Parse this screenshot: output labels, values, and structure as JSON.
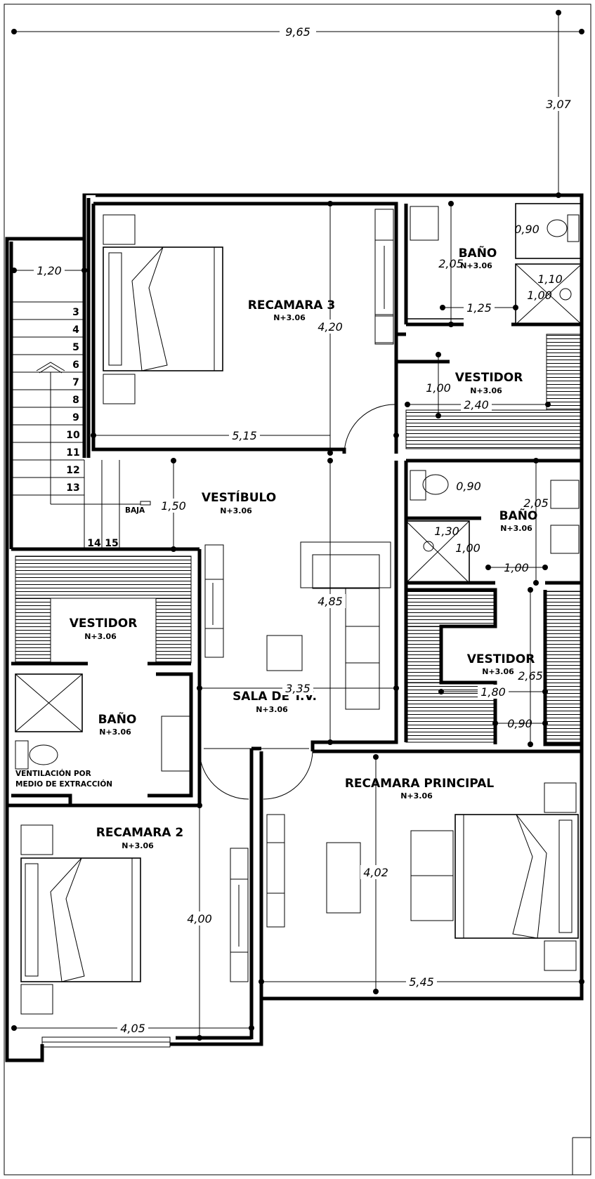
{
  "rooms": {
    "recamara3": {
      "name": "RECAMARA 3",
      "level": "N+3.06"
    },
    "bano1": {
      "name": "BAÑO",
      "level": "N+3.06"
    },
    "vestidor1": {
      "name": "VESTIDOR",
      "level": "N+3.06"
    },
    "vestibulo": {
      "name": "VESTÍBULO",
      "level": "N+3.06"
    },
    "bano2": {
      "name": "BAÑO",
      "level": "N+3.06"
    },
    "vestidor_izq": {
      "name": "VESTIDOR",
      "level": "N+3.06"
    },
    "vestidor_der": {
      "name": "VESTIDOR",
      "level": "N+3.06"
    },
    "sala_tv": {
      "name": "SALA DE T.V.",
      "level": "N+3.06"
    },
    "bano3": {
      "name": "BAÑO",
      "level": "N+3.06"
    },
    "recamara_principal": {
      "name": "RECAMARA PRINCIPAL",
      "level": "N+3.06"
    },
    "recamara2": {
      "name": "RECAMARA 2",
      "level": "N+3.06"
    }
  },
  "dimensions": {
    "total_width": "9,65",
    "front_setback": "3,07",
    "stair_width": "1,20",
    "recamara3_width": "5,15",
    "recamara3_depth": "4,20",
    "bano1_toilet": "0,90",
    "bano1_depth": "2,05",
    "bano1_shower_w": "1,10",
    "bano1_shower_d": "1,00",
    "bano1_width": "1,25",
    "vestidor1_depth": "1,00",
    "vestidor1_width": "2,40",
    "vestibulo_depth": "1,50",
    "bano2_toilet": "0,90",
    "bano2_depth": "2,05",
    "bano2_shower_w": "1,30",
    "bano2_shower_d": "1,00",
    "bano2_width": "1,00",
    "sala_depth": "4,85",
    "sala_width": "3,35",
    "vestidor2_depth": "2,65",
    "vestidor2_width": "1,80",
    "vestidor2_passage": "0,90",
    "principal_depth": "4,02",
    "principal_width": "5,45",
    "recamara2_depth": "4,00",
    "recamara2_width": "4,05"
  },
  "stairs": {
    "steps": [
      "3",
      "4",
      "5",
      "6",
      "7",
      "8",
      "9",
      "10",
      "11",
      "12",
      "13"
    ],
    "steps_bottom": [
      "14",
      "15"
    ],
    "direction_label": "BAJA"
  },
  "notes": {
    "ventilation_line1": "VENTILACIÓN POR",
    "ventilation_line2": "MEDIO DE EXTRACCIÓN"
  }
}
